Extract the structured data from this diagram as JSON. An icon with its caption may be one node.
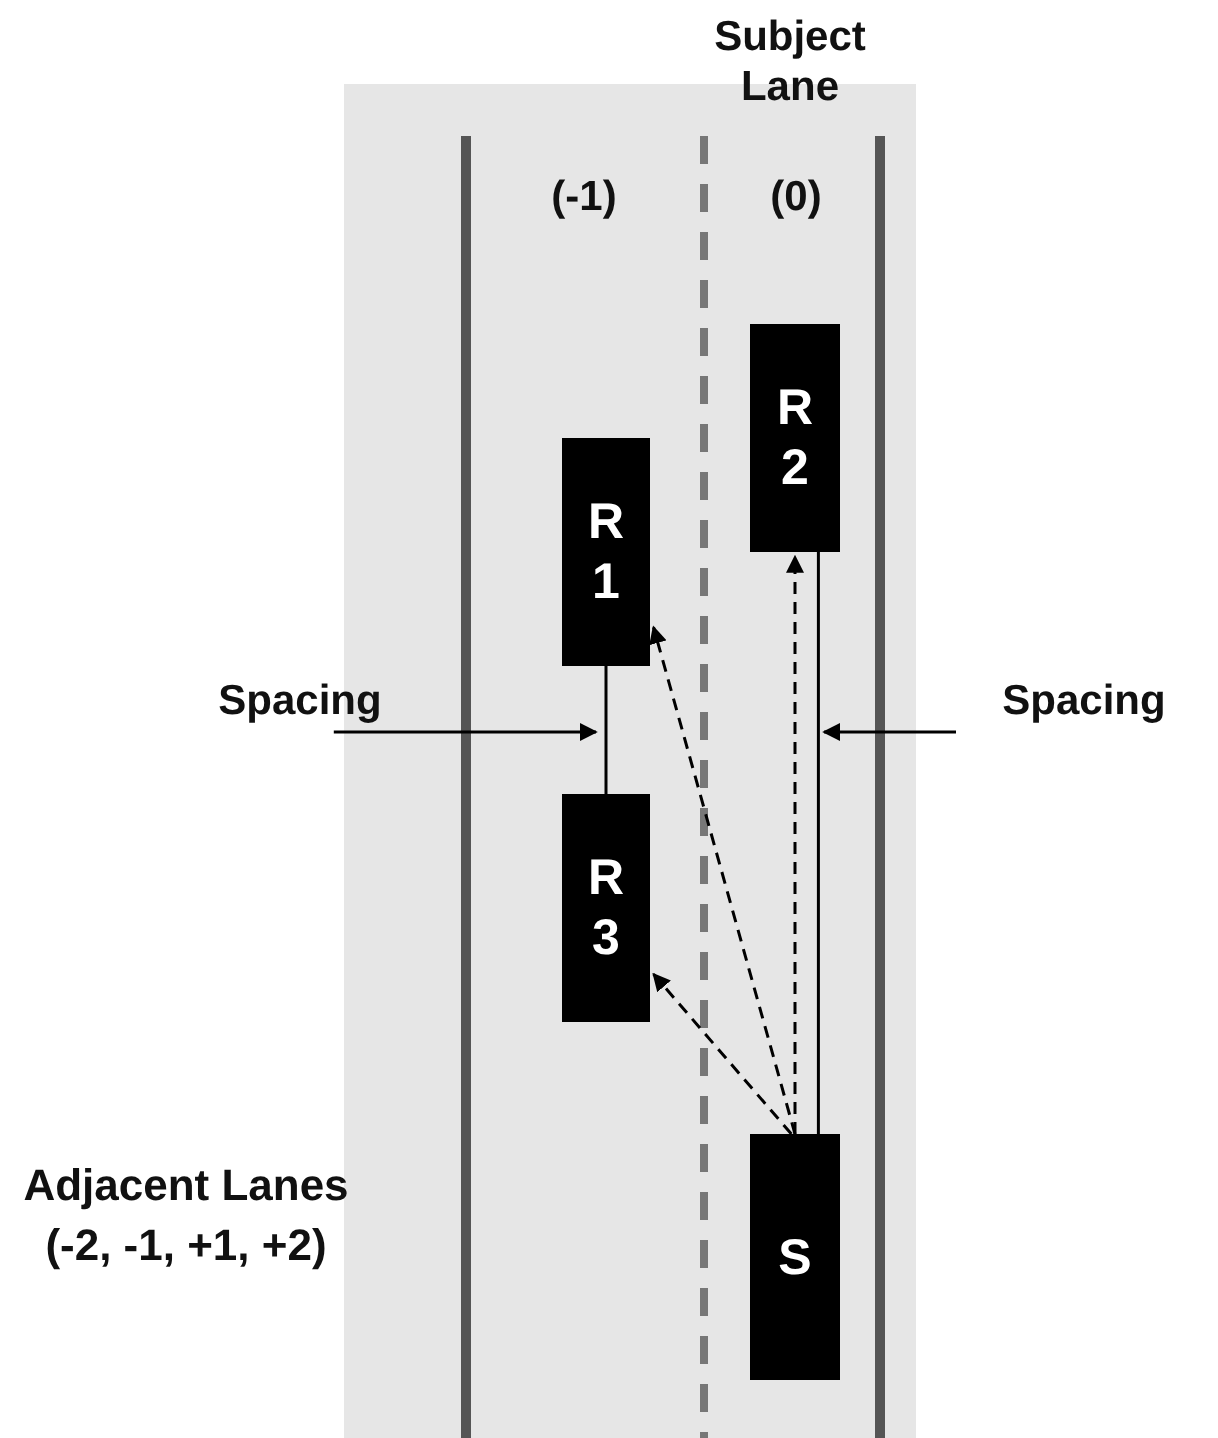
{
  "diagram": {
    "nodes": [
      {
        "text": [
          "R 2"
        ]
      },
      {
        "text": [
          "R 1"
        ]
      },
      {
        "text": [
          "Spacing"
        ]
      },
      {
        "text": [
          "Spacing"
        ]
      },
      {
        "text": [
          "R 3"
        ]
      },
      {
        "text": [
          "S"
        ]
      }
    ],
    "edges": [
      {
        "from": 1,
        "to": 4,
        "arrow": "none"
      },
      {
        "from": 5,
        "to": 0,
        "arrow": "none"
      },
      {
        "from": 5,
        "to": 0,
        "arrow": "to",
        "style": "dashed"
      },
      {
        "from": 5,
        "to": 1,
        "arrow": "to",
        "style": "dashed"
      },
      {
        "from": 5,
        "to": 4,
        "arrow": "to",
        "style": "dashed"
      },
      {
        "from": 2,
        "to": null,
        "arrow": "to"
      },
      {
        "from": 3,
        "to": null,
        "arrow": "to"
      }
    ],
    "labels": [
      "Subject Lane",
      "(-1)",
      "(0)",
      "Adjacent Lanes (-2, -1, +1, +2)"
    ]
  }
}
